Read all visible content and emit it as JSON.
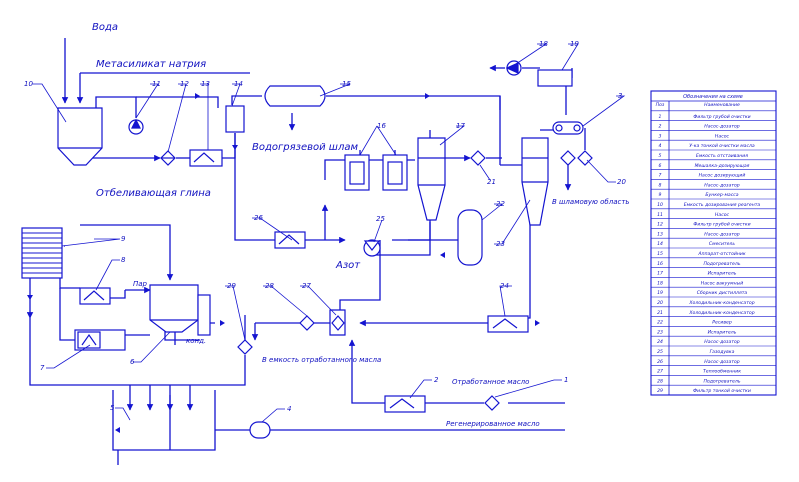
{
  "colors": {
    "line": "#1414d0",
    "text": "#1010c0",
    "background": "#ffffff"
  },
  "labels": {
    "water": "Вода",
    "sodium_metasilicate": "Метасиликат натрия",
    "water_mud_sludge": "Водогрязевой шлам",
    "bleaching_clay": "Отбеливающая глина",
    "steam": "Пар",
    "condensate": "конд.",
    "nitrogen": "Азот",
    "to_sludge_area": "В шламовую область",
    "to_spent_oil_tank": "В емкость отработанного масла",
    "spent_oil": "Отработанное масло",
    "regenerated_oil": "Регенерированное масло"
  },
  "equipment_numbers": [
    "1",
    "2",
    "3",
    "4",
    "5",
    "6",
    "7",
    "8",
    "9",
    "10",
    "11",
    "12",
    "13",
    "14",
    "15",
    "16",
    "17",
    "18",
    "19",
    "20",
    "21",
    "22",
    "23",
    "24",
    "25",
    "26",
    "27",
    "28",
    "29"
  ],
  "legend": {
    "title": "Обозначения на схеме",
    "header": {
      "pos": "Поз",
      "name": "Наименование"
    },
    "rows": [
      {
        "pos": "1",
        "name": "Фильтр грубой очистки"
      },
      {
        "pos": "2",
        "name": "Насос-дозатор"
      },
      {
        "pos": "3",
        "name": "Насос"
      },
      {
        "pos": "4",
        "name": "У-ка тонкой очистки масла"
      },
      {
        "pos": "5",
        "name": "Емкость отстаивания"
      },
      {
        "pos": "6",
        "name": "Мешалка-дозирующая"
      },
      {
        "pos": "7",
        "name": "Насос дозирующий"
      },
      {
        "pos": "8",
        "name": "Насос-дозатор"
      },
      {
        "pos": "9",
        "name": "Бункер-масса"
      },
      {
        "pos": "10",
        "name": "Емкость дозирования реагента"
      },
      {
        "pos": "11",
        "name": "Насос"
      },
      {
        "pos": "12",
        "name": "Фильтр грубой очистки"
      },
      {
        "pos": "13",
        "name": "Насос-дозатор"
      },
      {
        "pos": "14",
        "name": "Смеситель"
      },
      {
        "pos": "15",
        "name": "Аппарат-отстойник"
      },
      {
        "pos": "16",
        "name": "Подогреватель"
      },
      {
        "pos": "17",
        "name": "Испаритель"
      },
      {
        "pos": "18",
        "name": "Насос вакуумный"
      },
      {
        "pos": "19",
        "name": "Сборник дистиллята"
      },
      {
        "pos": "20",
        "name": "Холодильник-конденсатор"
      },
      {
        "pos": "21",
        "name": "Холодильник-конденсатор"
      },
      {
        "pos": "22",
        "name": "Ресивер"
      },
      {
        "pos": "23",
        "name": "Испаритель"
      },
      {
        "pos": "24",
        "name": "Насос-дозатор"
      },
      {
        "pos": "25",
        "name": "Газодувка"
      },
      {
        "pos": "26",
        "name": "Насос-дозатор"
      },
      {
        "pos": "27",
        "name": "Теплообменник"
      },
      {
        "pos": "28",
        "name": "Подогреватель"
      },
      {
        "pos": "29",
        "name": "Фильтр тонкой очистки"
      }
    ]
  }
}
